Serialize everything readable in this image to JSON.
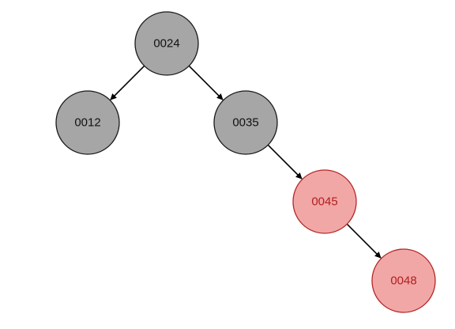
{
  "diagram": {
    "type": "binary-tree",
    "colors": {
      "black_fill": "#a6a6a6",
      "black_stroke": "#1a1a1a",
      "black_text": "#111111",
      "red_fill": "#f2a7a7",
      "red_stroke": "#b52828",
      "red_text": "#b01e1e",
      "edge": "#000000"
    },
    "nodes": [
      {
        "id": "n24",
        "label": "0024",
        "color": "black",
        "parent": null,
        "side": null
      },
      {
        "id": "n12",
        "label": "0012",
        "color": "black",
        "parent": "n24",
        "side": "left"
      },
      {
        "id": "n35",
        "label": "0035",
        "color": "black",
        "parent": "n24",
        "side": "right"
      },
      {
        "id": "n45",
        "label": "0045",
        "color": "red",
        "parent": "n35",
        "side": "right"
      },
      {
        "id": "n48",
        "label": "0048",
        "color": "red",
        "parent": "n45",
        "side": "right"
      }
    ]
  }
}
